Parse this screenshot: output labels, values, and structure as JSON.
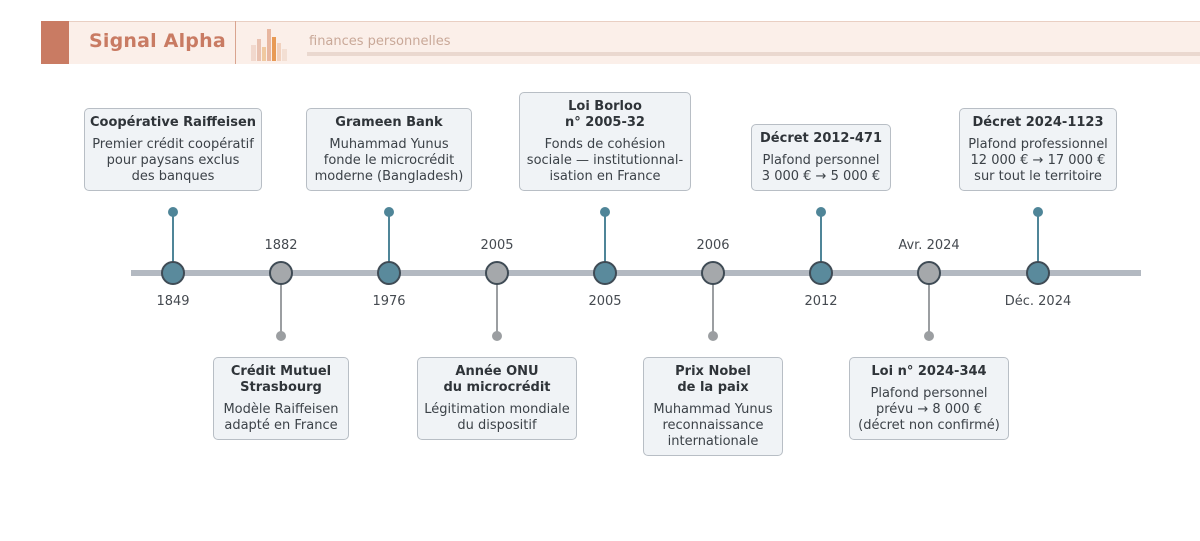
{
  "header": {
    "brand": "Signal Alpha",
    "tagline": "finances personnelles",
    "colors": {
      "accent": "#c97b63",
      "banner": "#fbefe9"
    }
  },
  "timeline": {
    "colors": {
      "teal": "#5a8a9c",
      "grey": "#a5a8ab",
      "axis": "#b3b9c1"
    },
    "events": [
      {
        "date": "1849",
        "title": "Coopérative Raiffeisen",
        "body": "Premier crédit coopératif\npour paysans exclus\ndes banques",
        "side": "above",
        "color": "teal"
      },
      {
        "date": "1882",
        "title": "Crédit Mutuel\nStrasbourg",
        "body": "Modèle Raiffeisen\nadapté en France",
        "side": "below",
        "color": "grey"
      },
      {
        "date": "1976",
        "title": "Grameen Bank",
        "body": "Muhammad Yunus\nfonde le microcrédit\nmoderne (Bangladesh)",
        "side": "above",
        "color": "teal"
      },
      {
        "date": "2005",
        "title": "Année ONU\ndu microcrédit",
        "body": "Légitimation mondiale\ndu dispositif",
        "side": "below",
        "color": "grey"
      },
      {
        "date": "2005",
        "title": "Loi Borloo\nn° 2005-32",
        "body": "Fonds de cohésion\nsociale — institutionnal-\nisation en France",
        "side": "above",
        "color": "teal"
      },
      {
        "date": "2006",
        "title": "Prix Nobel\nde la paix",
        "body": "Muhammad Yunus\nreconnaissance\ninternationale",
        "side": "below",
        "color": "grey"
      },
      {
        "date": "2012",
        "title": "Décret 2012-471",
        "body": "Plafond personnel\n3 000 € → 5 000 €",
        "side": "above",
        "color": "teal"
      },
      {
        "date": "Avr. 2024",
        "title": "Loi n° 2024-344",
        "body": "Plafond personnel\nprévu → 8 000 €\n(décret non confirmé)",
        "side": "below",
        "color": "grey"
      },
      {
        "date": "Déc. 2024",
        "title": "Décret 2024-1123",
        "body": "Plafond professionnel\n12 000 € → 17 000 €\nsur tout le territoire",
        "side": "above",
        "color": "teal"
      }
    ]
  }
}
